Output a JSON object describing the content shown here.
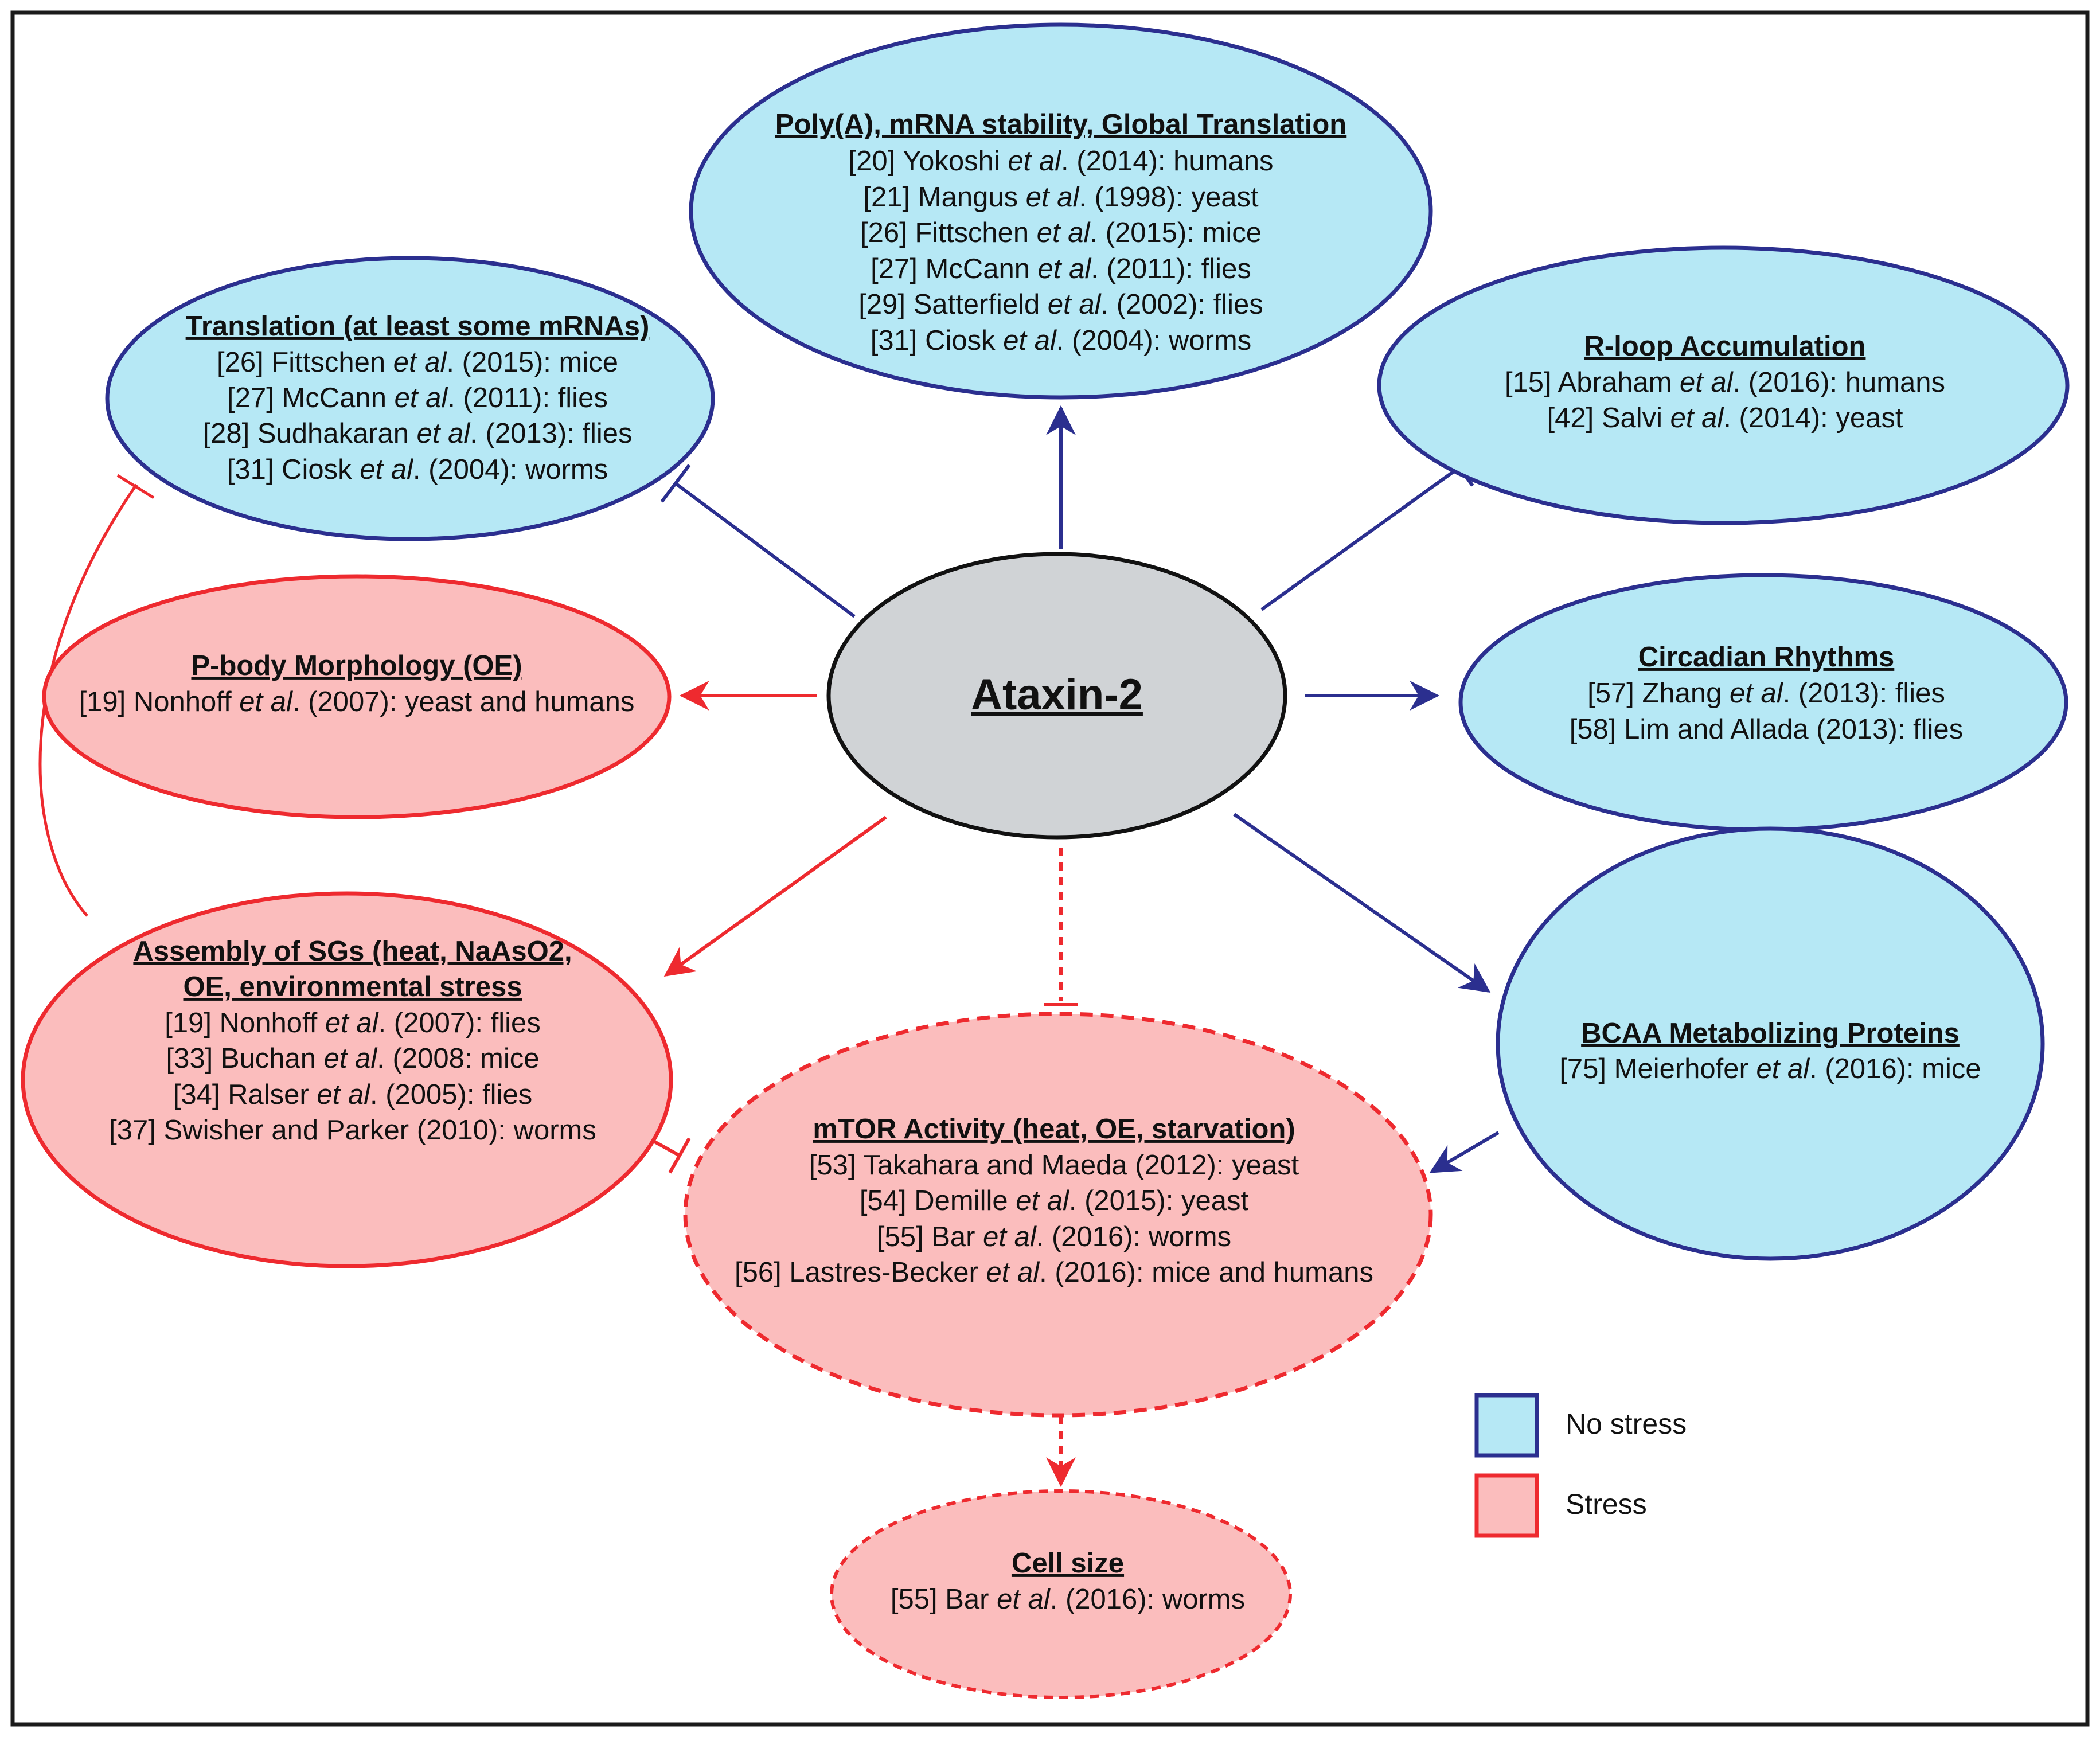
{
  "colors": {
    "blue_stroke": "#2b2f8f",
    "blue_fill": "#b6e8f5",
    "red_stroke": "#ee2a2f",
    "red_fill": "#fbbdbd",
    "center_fill": "#d0d3d6",
    "center_stroke": "#111111",
    "frame": "#1a1a1a"
  },
  "center": {
    "label": "Ataxin-2"
  },
  "nodes": {
    "polya": {
      "title": "Poly(A), mRNA stability, Global Translation",
      "refs": [
        {
          "pre": "[20] Yokoshi ",
          "it": "et al",
          "post": ". (2014): humans"
        },
        {
          "pre": "[21] Mangus ",
          "it": "et al",
          "post": ". (1998): yeast"
        },
        {
          "pre": "[26] Fittschen ",
          "it": "et al",
          "post": ". (2015): mice"
        },
        {
          "pre": "[27] McCann ",
          "it": "et al",
          "post": ". (2011): flies"
        },
        {
          "pre": "[29] Satterfield ",
          "it": "et al",
          "post": ". (2002): flies"
        },
        {
          "pre": "[31] Ciosk ",
          "it": "et al",
          "post": ". (2004): worms"
        }
      ]
    },
    "translation": {
      "title": "Translation (at least some mRNAs)",
      "refs": [
        {
          "pre": "[26] Fittschen ",
          "it": "et al",
          "post": ". (2015): mice"
        },
        {
          "pre": "[27] McCann ",
          "it": "et al",
          "post": ". (2011): flies"
        },
        {
          "pre": "[28] Sudhakaran ",
          "it": "et al",
          "post": ". (2013): flies"
        },
        {
          "pre": "[31] Ciosk ",
          "it": "et al",
          "post": ". (2004): worms"
        }
      ]
    },
    "rloop": {
      "title": "R-loop Accumulation",
      "refs": [
        {
          "pre": "[15] Abraham ",
          "it": "et al",
          "post": ". (2016): humans"
        },
        {
          "pre": "[42] Salvi ",
          "it": "et al",
          "post": ". (2014): yeast"
        }
      ]
    },
    "pbody": {
      "title": "P-body Morphology (OE)",
      "refs": [
        {
          "pre": "[19] Nonhoff ",
          "it": "et al",
          "post": ". (2007): yeast and humans"
        }
      ]
    },
    "circadian": {
      "title": "Circadian Rhythms",
      "refs": [
        {
          "pre": "[57] Zhang ",
          "it": "et al",
          "post": ". (2013): flies"
        },
        {
          "pre": "[58] Lim and Allada (2013): flies",
          "it": "",
          "post": ""
        }
      ]
    },
    "sgs": {
      "title": "Assembly of SGs (heat, NaAsO2,",
      "title2": "OE, environmental stress",
      "refs": [
        {
          "pre": "[19] Nonhoff ",
          "it": "et al",
          "post": ". (2007): flies"
        },
        {
          "pre": "[33] Buchan ",
          "it": "et al",
          "post": ". (2008: mice"
        },
        {
          "pre": "[34] Ralser ",
          "it": "et al",
          "post": ". (2005): flies"
        },
        {
          "pre": "[37] Swisher and Parker (2010): worms",
          "it": "",
          "post": ""
        }
      ]
    },
    "bcaa": {
      "title": "BCAA Metabolizing Proteins",
      "refs": [
        {
          "pre": "[75] Meierhofer ",
          "it": "et al",
          "post": ". (2016): mice"
        }
      ]
    },
    "mtor": {
      "title": "mTOR Activity (heat, OE, starvation)",
      "refs": [
        {
          "pre": "[53] Takahara and Maeda (2012): yeast",
          "it": "",
          "post": ""
        },
        {
          "pre": "[54] Demille ",
          "it": "et al",
          "post": ". (2015): yeast"
        },
        {
          "pre": "[55] Bar ",
          "it": "et al",
          "post": ". (2016): worms"
        },
        {
          "pre": "[56] Lastres-Becker ",
          "it": "et al",
          "post": ". (2016): mice and humans"
        }
      ]
    },
    "cellsize": {
      "title": "Cell size",
      "refs": [
        {
          "pre": "[55] Bar ",
          "it": "et al",
          "post": ". (2016): worms"
        }
      ]
    }
  },
  "legend": {
    "no_stress": "No stress",
    "stress": "Stress"
  }
}
